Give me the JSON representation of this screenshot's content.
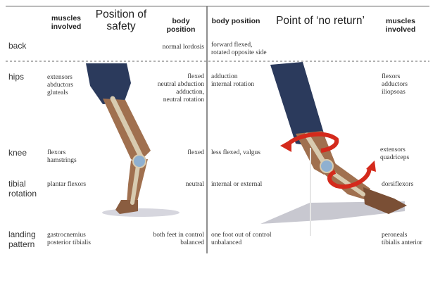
{
  "left_panel": {
    "title": "Position of safety",
    "col_muscles": "muscles involved",
    "col_body": "body position"
  },
  "right_panel": {
    "title": "Point of ‘no return’",
    "col_body": "body position",
    "col_muscles": "muscles involved"
  },
  "rows": [
    {
      "label": "back",
      "safe_muscles": "",
      "safe_body": "normal lordosis",
      "risk_body": "forward flexed,\nrotated opposite side",
      "risk_muscles": ""
    },
    {
      "label": "hips",
      "safe_muscles": "extensors\nabductors\ngluteals",
      "safe_body": "flexed\nneutral abduction\nadduction,\nneutral rotation",
      "risk_body": "adduction\ninternal rotation",
      "risk_muscles": "flexors\nadductors\niliopsoas"
    },
    {
      "label": "knee",
      "safe_muscles": "flexors\nhamstrings",
      "safe_body": "flexed",
      "risk_body": "less flexed, valgus",
      "risk_muscles": "extensors\nquadriceps"
    },
    {
      "label": "tibial\nrotation",
      "safe_muscles": "plantar flexors",
      "safe_body": "neutral",
      "risk_body": "internal or external",
      "risk_muscles": "dorsiflexors"
    },
    {
      "label": "landing\npattern",
      "safe_muscles": "gastrocnemius\nposterior tibialis",
      "safe_body": "both feet in control\nbalanced",
      "risk_body": "one foot out of control\nunbalanced",
      "risk_muscles": "peroneals\ntibialis anterior"
    }
  ],
  "colors": {
    "pants": "#2b3a5c",
    "skin": "#a0704f",
    "bone": "#c9b89a",
    "arrow": "#d42a1c",
    "shadow": "#c8c8d0"
  }
}
